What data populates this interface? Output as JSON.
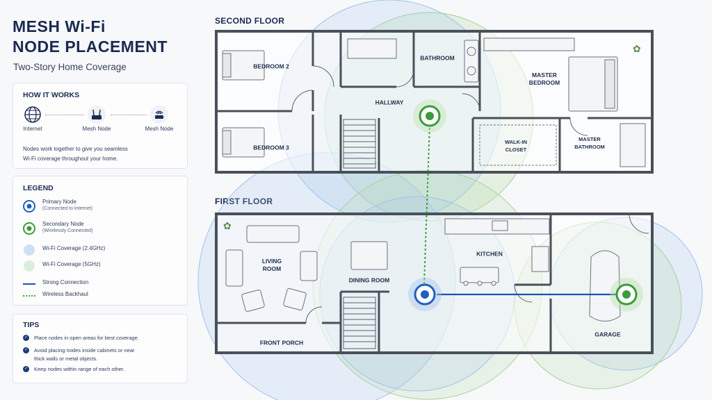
{
  "header": {
    "title_line1": "MESH Wi-Fi",
    "title_line2": "NODE PLACEMENT",
    "subtitle": "Two-Story Home Coverage"
  },
  "how_it_works": {
    "heading": "HOW IT WORKS",
    "steps": [
      {
        "label": "Internet",
        "icon": "globe-icon"
      },
      {
        "label": "Mesh Node",
        "icon": "router-icon"
      },
      {
        "label": "Mesh Node",
        "icon": "mesh-node-icon"
      }
    ],
    "description_line1": "Nodes work together to give you seamless",
    "description_line2": "Wi-Fi coverage throughout your home."
  },
  "legend": {
    "heading": "LEGEND",
    "items": [
      {
        "label": "Primary Node",
        "sublabel": "(Connected to Internet)"
      },
      {
        "label": "Secondary Node",
        "sublabel": "(Wirelessly Connected)"
      },
      {
        "label": "Wi-Fi Coverage (2.4GHz)"
      },
      {
        "label": "Wi-Fi Coverage (5GHz)"
      },
      {
        "label": "Strong Connection"
      },
      {
        "label": "Wireless Backhaul"
      }
    ]
  },
  "tips": {
    "heading": "TIPS",
    "items": [
      {
        "line1": "Place nodes in open areas for best coverage."
      },
      {
        "line1": "Avoid placing nodes inside cabinets or near",
        "line2": "thick walls or metal objects."
      },
      {
        "line1": "Keep nodes within range of each other."
      }
    ]
  },
  "second_floor": {
    "title": "SECOND FLOOR",
    "rooms": {
      "bedroom2": "BEDROOM 2",
      "bedroom3": "BEDROOM 3",
      "bathroom": "BATHROOM",
      "hallway": "HALLWAY",
      "master_bedroom": "MASTER\nBEDROOM",
      "walk_in_closet": "WALK-IN\nCLOSET",
      "master_bathroom": "MASTER\nBATHROOM"
    }
  },
  "first_floor": {
    "title": "FIRST FLOOR",
    "rooms": {
      "living_room": "LIVING\nROOM",
      "dining_room": "DINING ROOM",
      "kitchen": "KITCHEN",
      "garage": "GARAGE",
      "front_porch": "FRONT PORCH"
    }
  },
  "colors": {
    "primary_node": "#1f5fbf",
    "secondary_node": "#3a9b3a",
    "coverage_24ghz": "#9fc3ec",
    "coverage_5ghz": "#b6dca7",
    "wall": "#4a4f5a",
    "strong_connection": "#1f4fb8",
    "wireless_backhaul": "#3aa33a"
  }
}
